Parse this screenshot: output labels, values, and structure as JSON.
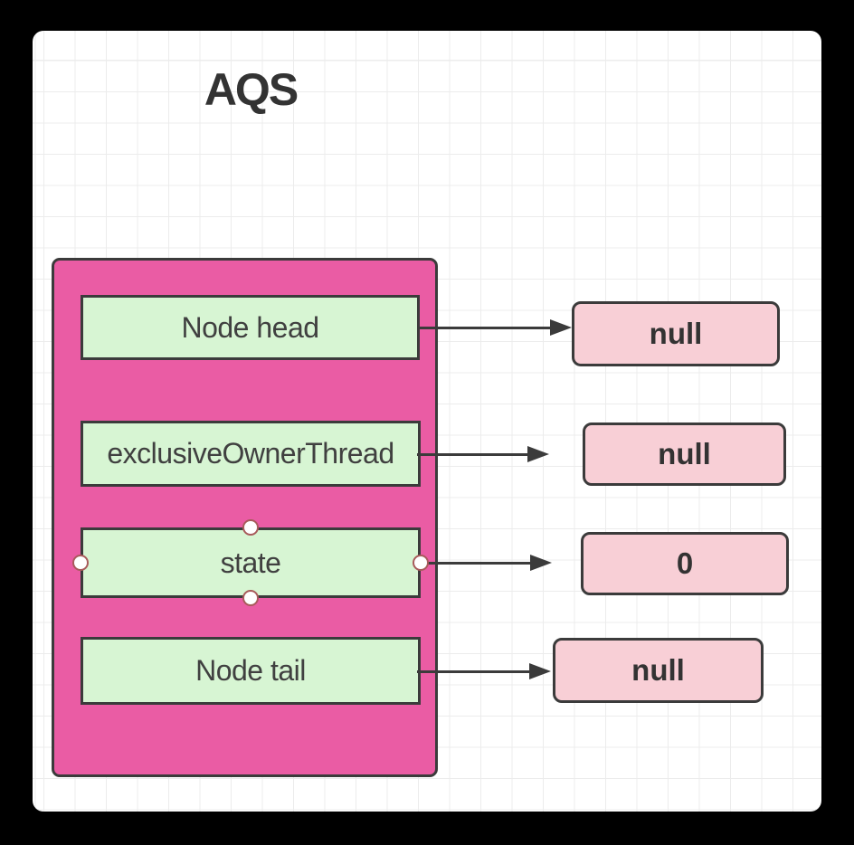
{
  "title": "AQS",
  "container": {
    "name": "AQS structure container"
  },
  "rows": [
    {
      "field": "Node head",
      "value": "null",
      "selected": false
    },
    {
      "field": "exclusiveOwnerThread",
      "value": "null",
      "selected": false
    },
    {
      "field": "state",
      "value": "0",
      "selected": true
    },
    {
      "field": "Node tail",
      "value": "null",
      "selected": false
    }
  ],
  "selection": {
    "selected_shape": "state",
    "handles": [
      "top",
      "bottom",
      "left",
      "right"
    ]
  },
  "colors": {
    "page_background": "#000000",
    "canvas_background": "#ffffff",
    "grid_line": "#ececec",
    "container_fill": "#ea5ca4",
    "field_fill": "#d7f5d3",
    "value_fill": "#f8cfd6",
    "stroke": "#3b3b3b",
    "handle_border": "#a85b5b",
    "title_text": "#333333",
    "label_text": "#404040"
  }
}
